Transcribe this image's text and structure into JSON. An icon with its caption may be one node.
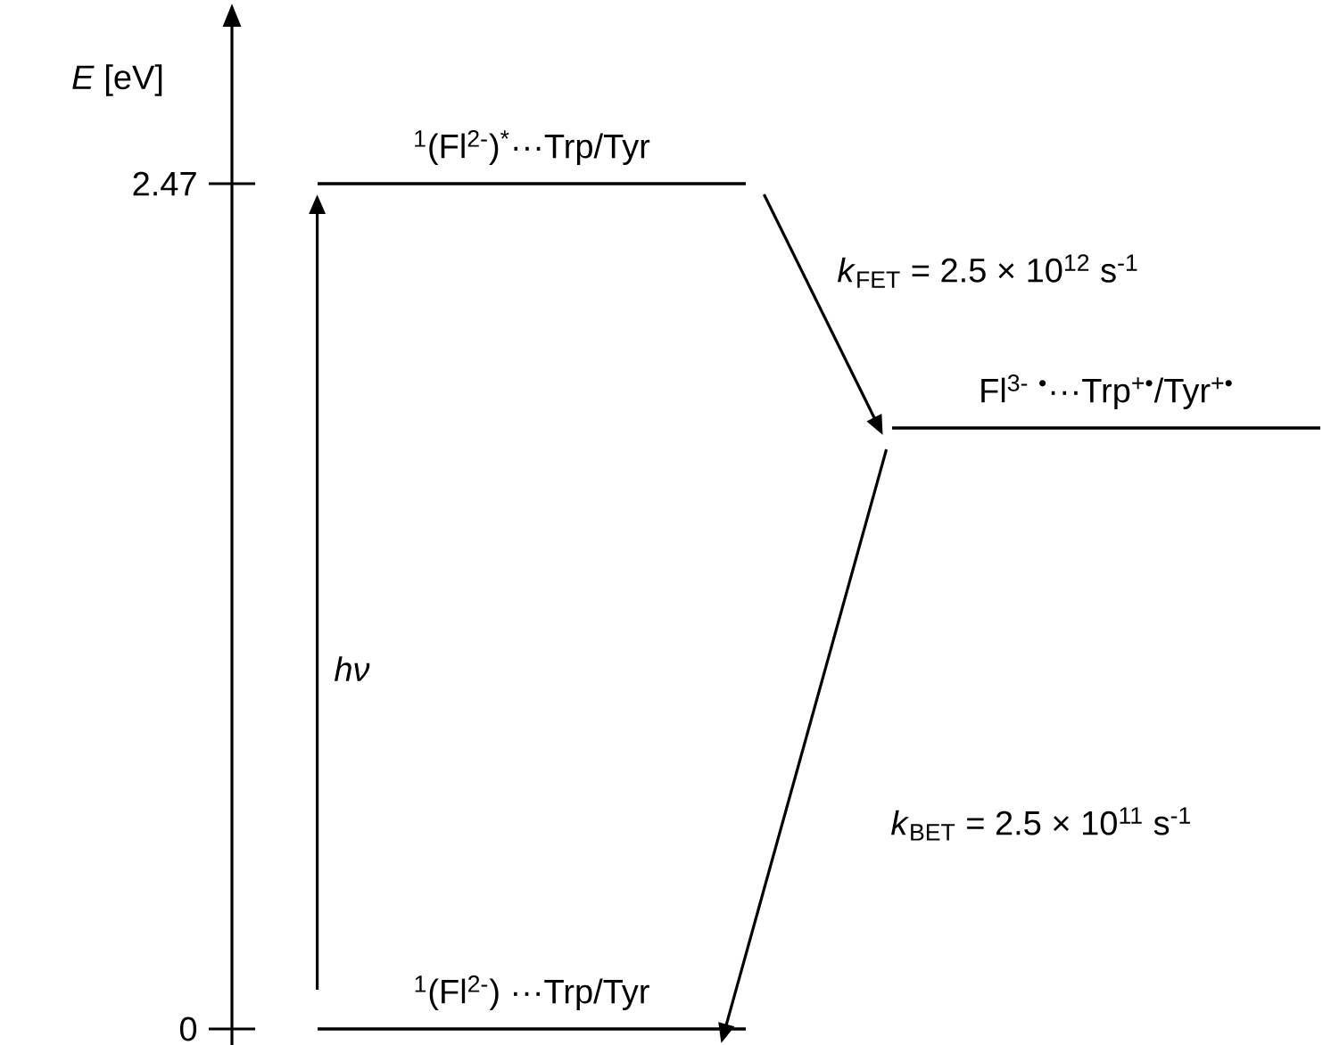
{
  "diagram": {
    "nodes": [
      {
        "text": [
          "$^{1}$(Fl$^{2-}$)$^{*}$···Trp/Tyr"
        ]
      },
      {
        "text": [
          "Fl$^{3-}$ $^{•}$···Trp$^{+•}$/Tyr$^{+•}$"
        ]
      },
      {
        "text": [
          "$^{1}$(Fl$^{2-}$) ···Trp/Tyr"
        ]
      }
    ],
    "edges": [
      {
        "from": 0,
        "to": 1,
        "arrow": "to",
        "label": "*k*$_{FET}$ = 2.5 × 10$^{12}$ s$^{-1}$"
      },
      {
        "from": 1,
        "to": 2,
        "arrow": "to",
        "label": "*k*$_{BET}$ = 2.5 × 10$^{11}$ s$^{-1}$"
      },
      {
        "from": 2,
        "to": 0,
        "arrow": "to",
        "label": "hν"
      }
    ],
    "labels": [
      "*E* [eV]",
      "2.47",
      "0"
    ]
  }
}
